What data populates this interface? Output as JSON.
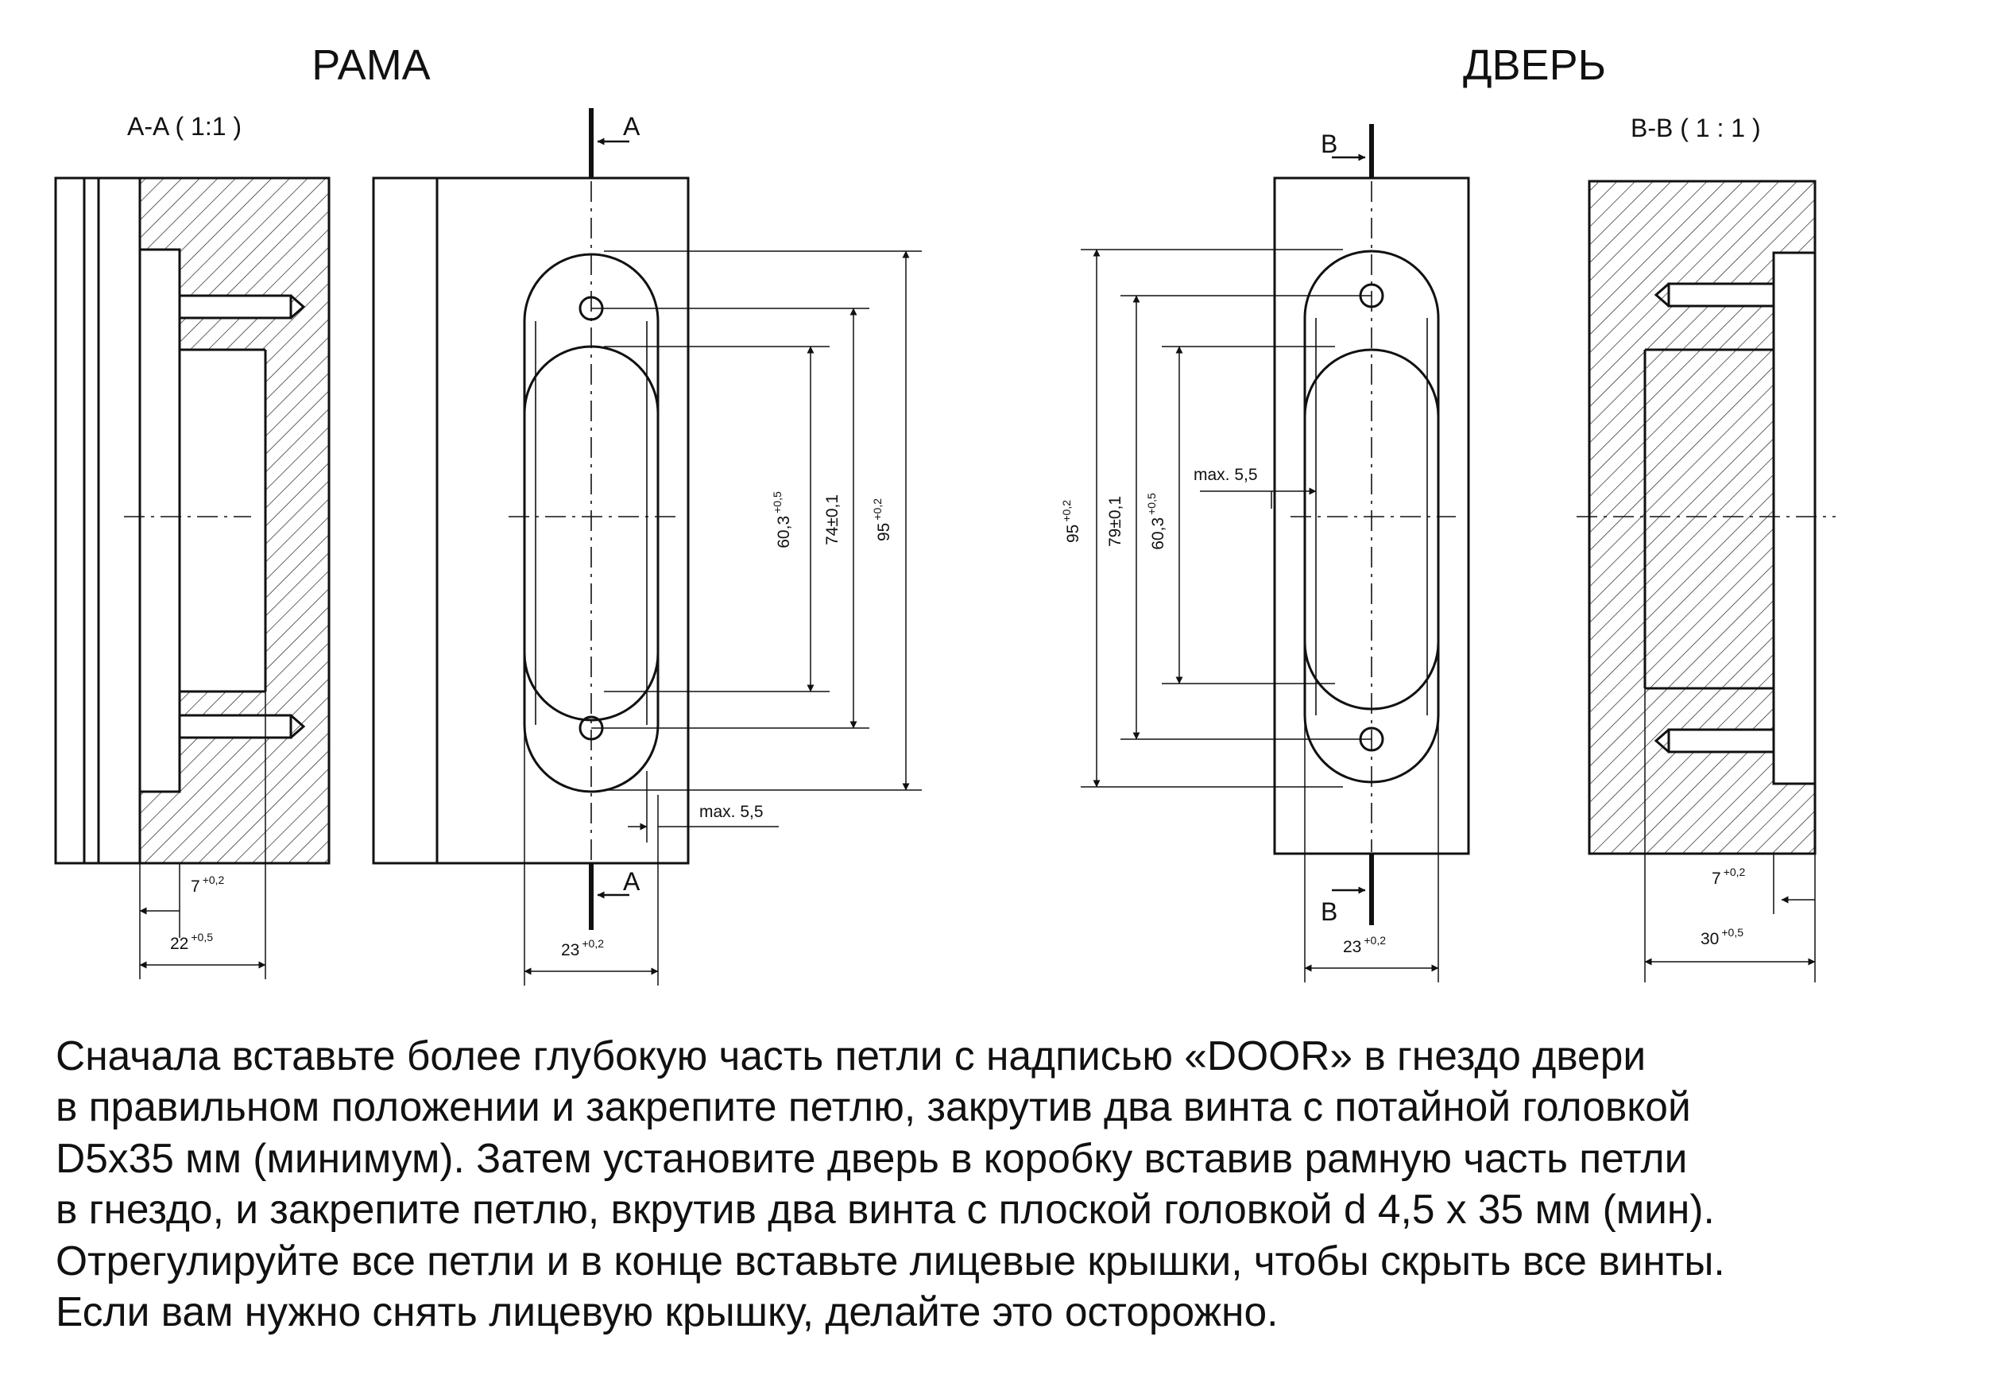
{
  "headings": {
    "frame": "РАМА",
    "door": "ДВЕРЬ"
  },
  "views": {
    "frame_section": "A-A ( 1:1 )",
    "door_section": "B-B ( 1 : 1 )"
  },
  "cut_marks": {
    "frame": "A",
    "door": "B"
  },
  "frame_dimensions": {
    "d60": {
      "base": "60,3",
      "tol": "+0,5"
    },
    "d74": {
      "base": "74±0,1",
      "tol": ""
    },
    "d95": {
      "base": "95",
      "tol": "+0,2"
    },
    "max_depth": "max. 5,5",
    "width": {
      "base": "23",
      "tol": "+0,2"
    },
    "sec_small": {
      "base": "7",
      "tol": "+0,2"
    },
    "sec_large": {
      "base": "22",
      "tol": "+0,5"
    }
  },
  "door_dimensions": {
    "d95": {
      "base": "95",
      "tol": "+0,2"
    },
    "d79": {
      "base": "79±0,1",
      "tol": ""
    },
    "d60": {
      "base": "60,3",
      "tol": "+0,5"
    },
    "max_depth": "max. 5,5",
    "width": {
      "base": "23",
      "tol": "+0,2"
    },
    "sec_small": {
      "base": "7",
      "tol": "+0,2"
    },
    "sec_large": {
      "base": "30",
      "tol": "+0,5"
    }
  },
  "instructions": [
    "Сначала вставьте более глубокую часть петли с надписью «DOOR» в гнездо двери",
    "в правильном положении и закрепите петлю, закрутив два винта с потайной головкой",
    "D5x35 мм (минимум). Затем установите дверь в коробку вставив рамную часть петли",
    "в гнездо, и закрепите петлю, вкрутив два винта с плоской головкой d 4,5 x 35 мм (мин).",
    "Отрегулируйте все петли и в конце вставьте лицевые крышки, чтобы скрыть все винты.",
    "Если вам нужно снять лицевую крышку, делайте это осторожно."
  ]
}
